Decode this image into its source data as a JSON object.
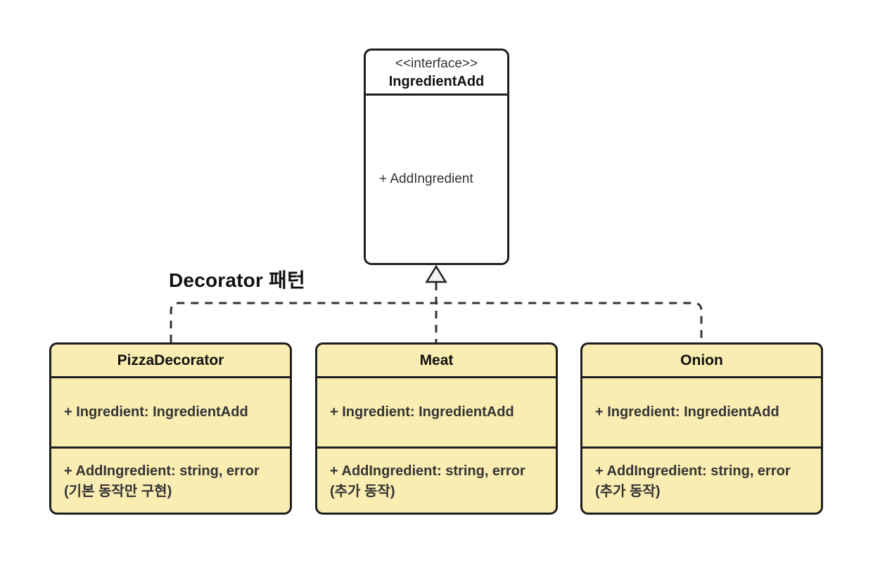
{
  "diagram": {
    "title": "Decorator 패턴",
    "interface_box": {
      "stereotype": "<<interface>>",
      "name": "IngredientAdd",
      "method": "+ AddIngredient"
    },
    "classes": [
      {
        "name": "PizzaDecorator",
        "attribute": "+ Ingredient: IngredientAdd",
        "method": "+ AddIngredient: string, error",
        "method_note": "(기본 동작만 구현)"
      },
      {
        "name": "Meat",
        "attribute": "+ Ingredient: IngredientAdd",
        "method": "+ AddIngredient: string, error",
        "method_note": "(추가 동작)"
      },
      {
        "name": "Onion",
        "attribute": "+ Ingredient: IngredientAdd",
        "method": "+ AddIngredient: string, error",
        "method_note": "(추가 동작)"
      }
    ],
    "icons": {
      "realization_arrowhead": "hollow-triangle-up"
    },
    "colors": {
      "background": "#ffffff",
      "class_fill": "#faedb2",
      "interface_fill": "#ffffff",
      "border": "#1f1f1f",
      "connector": "#333333",
      "arrowhead_fill": "#f0f0f0",
      "text_primary": "#111111",
      "text_secondary": "#333333"
    }
  }
}
